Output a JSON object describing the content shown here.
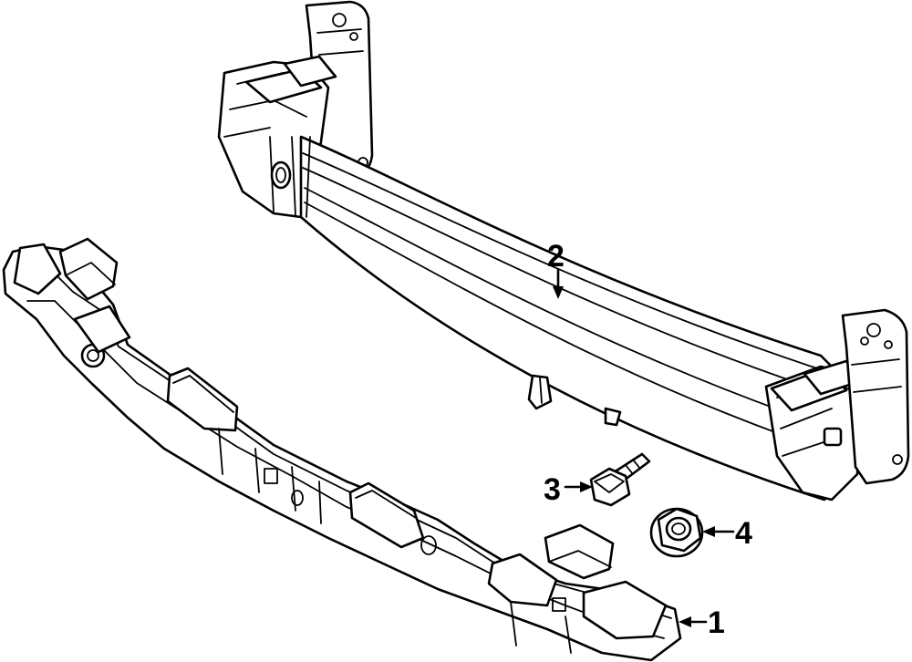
{
  "callouts": [
    {
      "id": "callout-1",
      "label": "1"
    },
    {
      "id": "callout-2",
      "label": "2"
    },
    {
      "id": "callout-3",
      "label": "3"
    },
    {
      "id": "callout-4",
      "label": "4"
    }
  ],
  "colors": {
    "line": "#000000",
    "background": "#ffffff"
  }
}
